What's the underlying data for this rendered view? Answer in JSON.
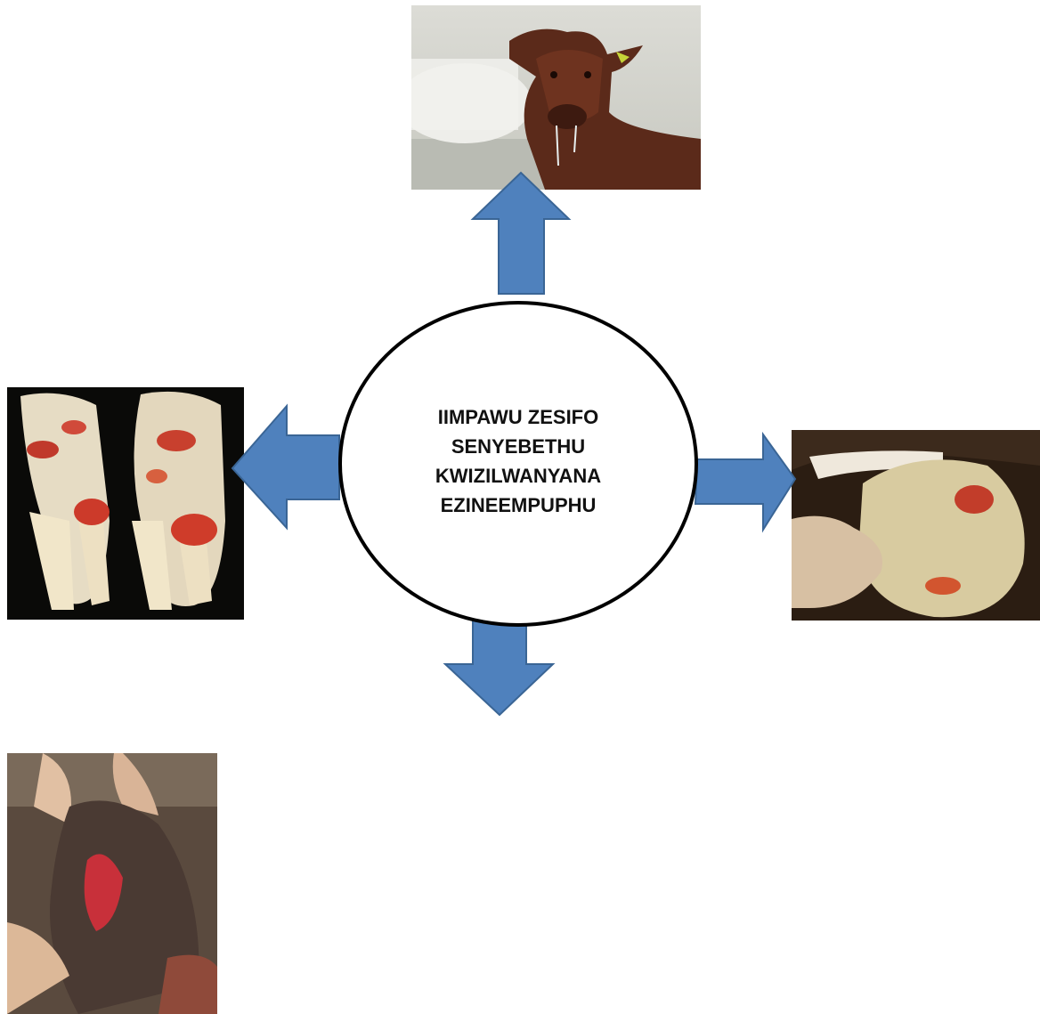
{
  "center": {
    "lines": [
      "IIMPAWU ZESIFO",
      "SENYEBETHU",
      "KWIZILWANYANA",
      "EZINEEMPUPHU"
    ]
  },
  "colors": {
    "arrow_fill": "#4f81bd",
    "arrow_stroke": "#3a6595",
    "ellipse_border": "#000000"
  },
  "photos": [
    {
      "id": "top",
      "subject": "brown cow drooling"
    },
    {
      "id": "left",
      "subject": "cattle hooves with red lesions"
    },
    {
      "id": "right",
      "subject": "tongue with lesions held by hand"
    },
    {
      "id": "bottom-left",
      "subject": "hoof with lesion held by hands"
    }
  ],
  "arrows": [
    "up",
    "left",
    "right",
    "down"
  ]
}
